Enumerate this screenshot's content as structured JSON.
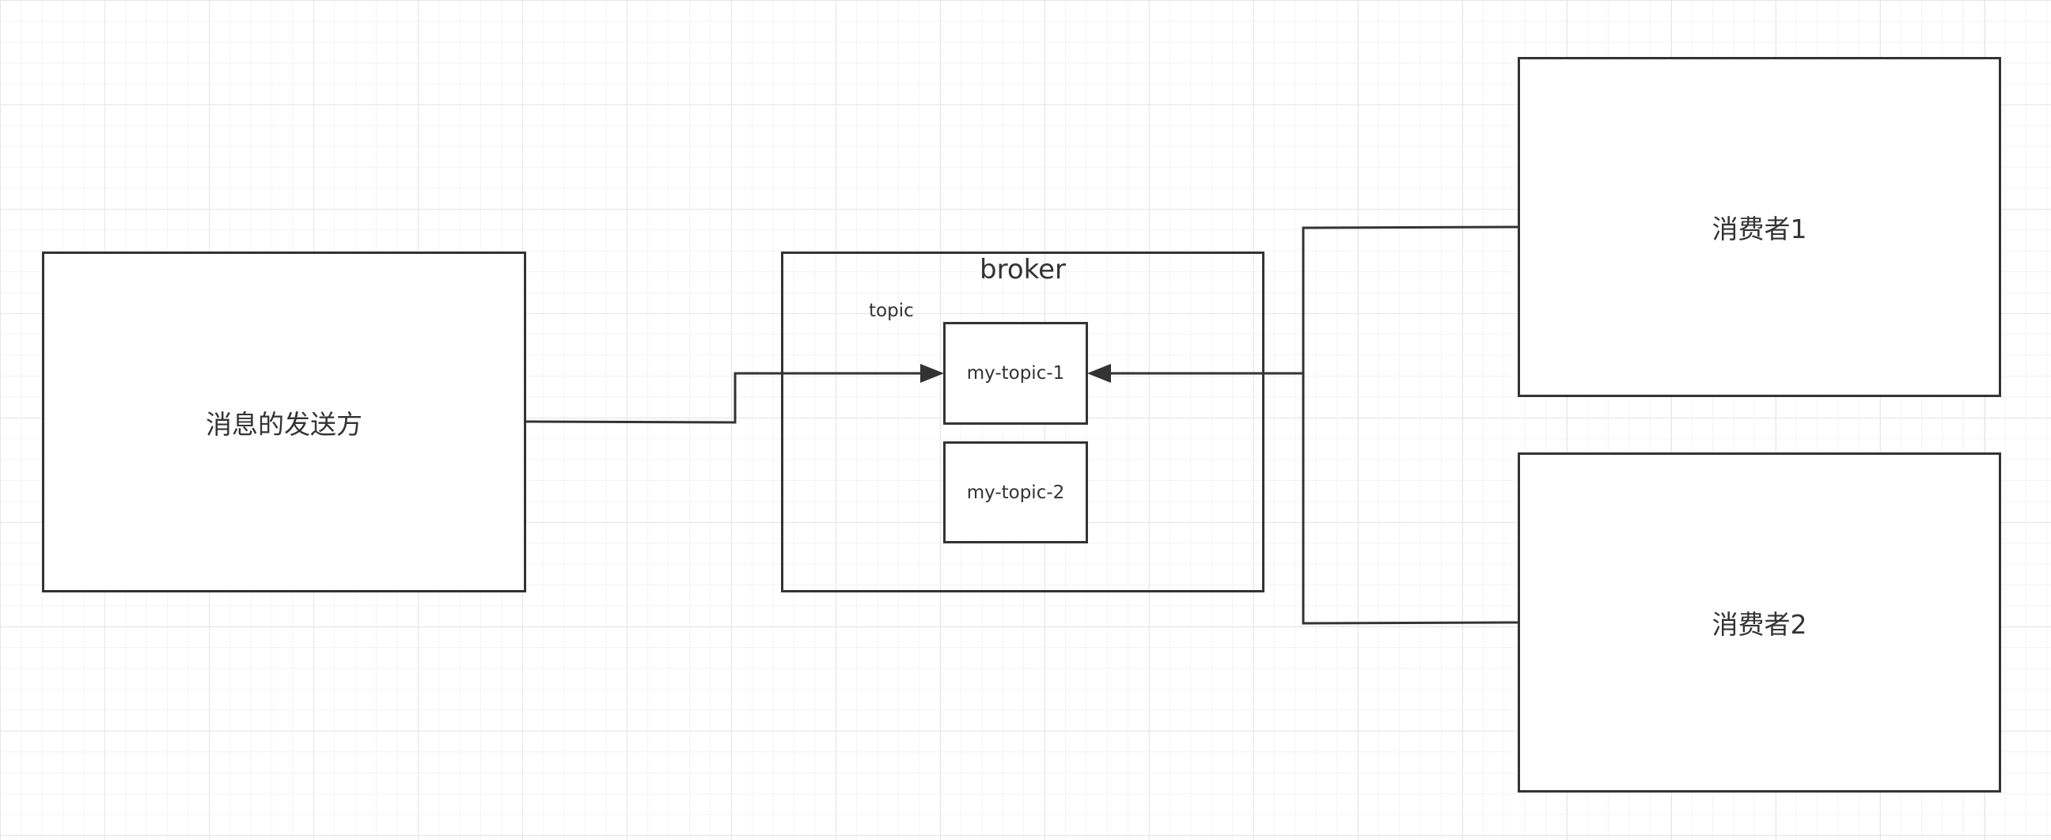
{
  "diagram": {
    "producer": {
      "label": "消息的发送方"
    },
    "broker": {
      "title": "broker",
      "topic_caption": "topic",
      "topics": [
        {
          "label": "my-topic-1"
        },
        {
          "label": "my-topic-2"
        }
      ]
    },
    "consumers": [
      {
        "label": "消费者1"
      },
      {
        "label": "消费者2"
      }
    ],
    "edges": [
      {
        "from": "producer",
        "to": "my-topic-1",
        "arrow": "end"
      },
      {
        "from": "消费者1",
        "to": "my-topic-1",
        "arrow": "end"
      },
      {
        "from": "消费者2",
        "to": "my-topic-1",
        "arrow": "end"
      }
    ],
    "colors": {
      "stroke": "#333333",
      "background": "#ffffff",
      "grid": "#e6e6e6"
    }
  }
}
